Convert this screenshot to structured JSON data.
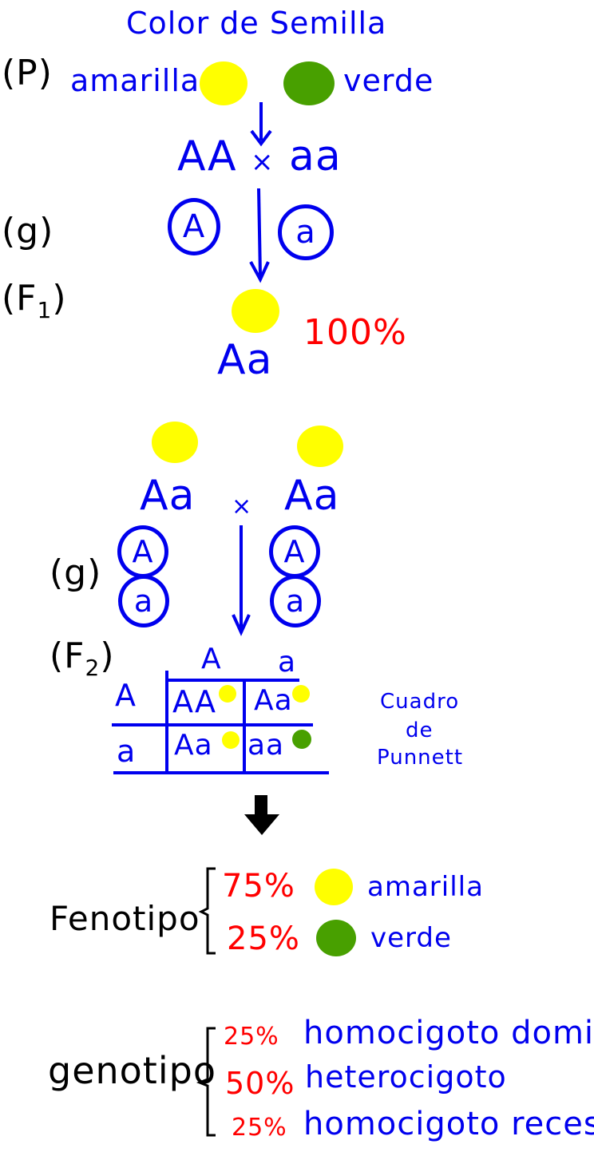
{
  "title": "Color de Semilla",
  "parental": {
    "label": "(P)",
    "left_trait": "amarilla",
    "right_trait": "verde",
    "cross": {
      "left": "AA",
      "symbol": "×",
      "right": "aa"
    }
  },
  "gametes_1": {
    "label": "(g)",
    "left": "A",
    "right": "a"
  },
  "f1": {
    "label": "(F1)",
    "label_main": "(F",
    "label_sub": "1",
    "label_close": ")",
    "genotype": "Aa",
    "percent": "100%"
  },
  "cross_2": {
    "left": "Aa",
    "symbol": "×",
    "right": "Aa"
  },
  "gametes_2": {
    "label": "(g)",
    "left": [
      "A",
      "a"
    ],
    "right": [
      "A",
      "a"
    ]
  },
  "f2": {
    "label_main": "(F",
    "label_sub": "2",
    "label_close": ")",
    "punnett": {
      "col_headers": [
        "A",
        "a"
      ],
      "row_headers": [
        "A",
        "a"
      ],
      "cells": [
        [
          {
            "genotype": "AA",
            "color": "yellow"
          },
          {
            "genotype": "Aa",
            "color": "yellow"
          }
        ],
        [
          {
            "genotype": "Aa",
            "color": "yellow"
          },
          {
            "genotype": "aa",
            "color": "green"
          }
        ]
      ]
    },
    "caption": [
      "Cuadro",
      "de",
      "Punnett"
    ]
  },
  "fenotipo": {
    "label": "Fenotipo",
    "items": [
      {
        "percent": "75%",
        "color": "yellow",
        "text": "amarilla"
      },
      {
        "percent": "25%",
        "color": "green",
        "text": "verde"
      }
    ]
  },
  "genotipo": {
    "label": "genotipo",
    "items": [
      {
        "percent": "25%",
        "text": "homocigoto dominante"
      },
      {
        "percent": "50%",
        "text": "heterocigoto"
      },
      {
        "percent": "25%",
        "text": "homocigoto recesivo"
      }
    ]
  },
  "colors": {
    "ink_blue": "#0000ee",
    "ink_red": "#ff0000",
    "ink_black": "#000000",
    "seed_yellow": "#ffff00",
    "seed_green": "#48a000"
  }
}
